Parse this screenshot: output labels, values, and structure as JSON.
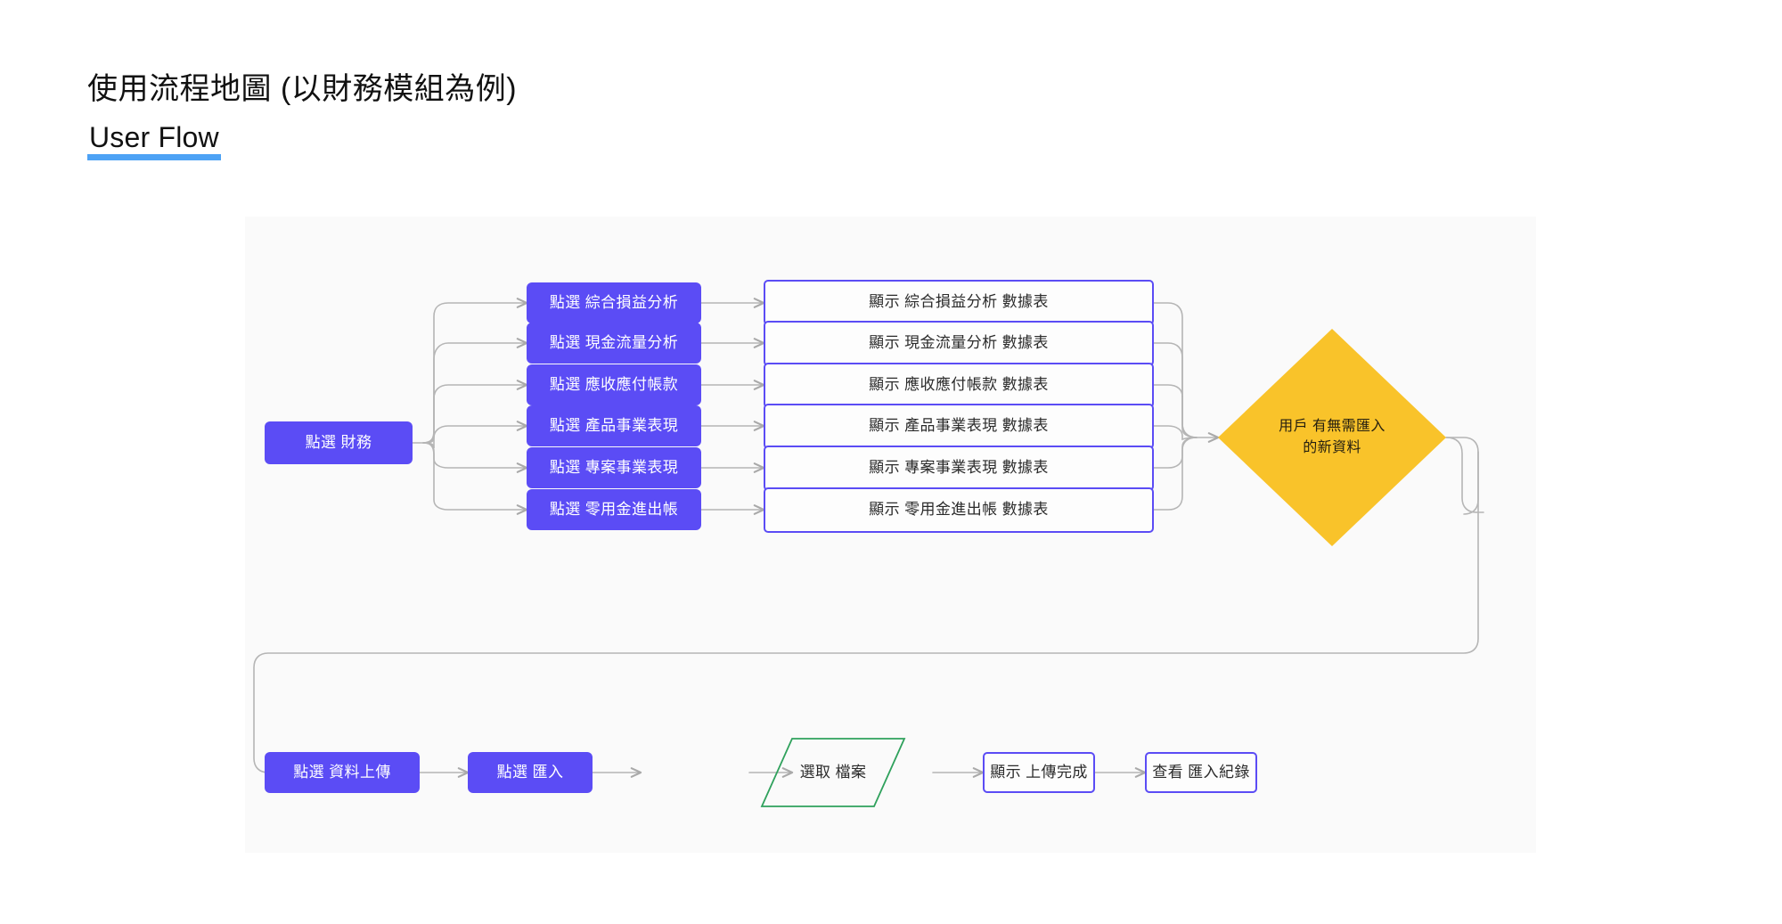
{
  "heading": {
    "title_zh": "使用流程地圖 (以財務模組為例)",
    "title_en": "User Flow",
    "underline_color": "#4da2f5"
  },
  "palette": {
    "canvas_bg": "#fafafa",
    "purple": "#5B4CF5",
    "purple_text": "#ffffff",
    "outline_border": "#5B4CF5",
    "outline_bg": "#fdfdfd",
    "yellow": "#F9C32A",
    "green": "#2fa15c",
    "connector": "#b0b0b0",
    "page_bg": "#ffffff"
  },
  "diagram": {
    "type": "user-flow",
    "root": {
      "label": "點選 財務",
      "shape": "rounded-rect",
      "style": "purple"
    },
    "branches": [
      {
        "action": "點選 綜合損益分析",
        "result": "顯示 綜合損益分析 數據表"
      },
      {
        "action": "點選 現金流量分析",
        "result": "顯示 現金流量分析 數據表"
      },
      {
        "action": "點選 應收應付帳款",
        "result": "顯示 應收應付帳款 數據表"
      },
      {
        "action": "點選 產品事業表現",
        "result": "顯示 產品事業表現 數據表"
      },
      {
        "action": "點選 專案事業表現",
        "result": "顯示 專案事業表現 數據表"
      },
      {
        "action": "點選 零用金進出帳",
        "result": "顯示 零用金進出帳 數據表"
      }
    ],
    "decision": {
      "label_line1": "用戶 有無需匯入",
      "label_line2": "的新資料",
      "shape": "diamond",
      "style": "yellow"
    },
    "bottom_flow": [
      {
        "label": "點選 資料上傳",
        "shape": "rounded-rect",
        "style": "purple"
      },
      {
        "label": "點選 匯入",
        "shape": "rounded-rect",
        "style": "purple"
      },
      {
        "label": "選取 檔案",
        "shape": "parallelogram",
        "style": "green-outline"
      },
      {
        "label": "顯示 上傳完成",
        "shape": "rect",
        "style": "purple-outline"
      },
      {
        "label": "查看 匯入紀錄",
        "shape": "rect",
        "style": "purple-outline"
      }
    ]
  }
}
